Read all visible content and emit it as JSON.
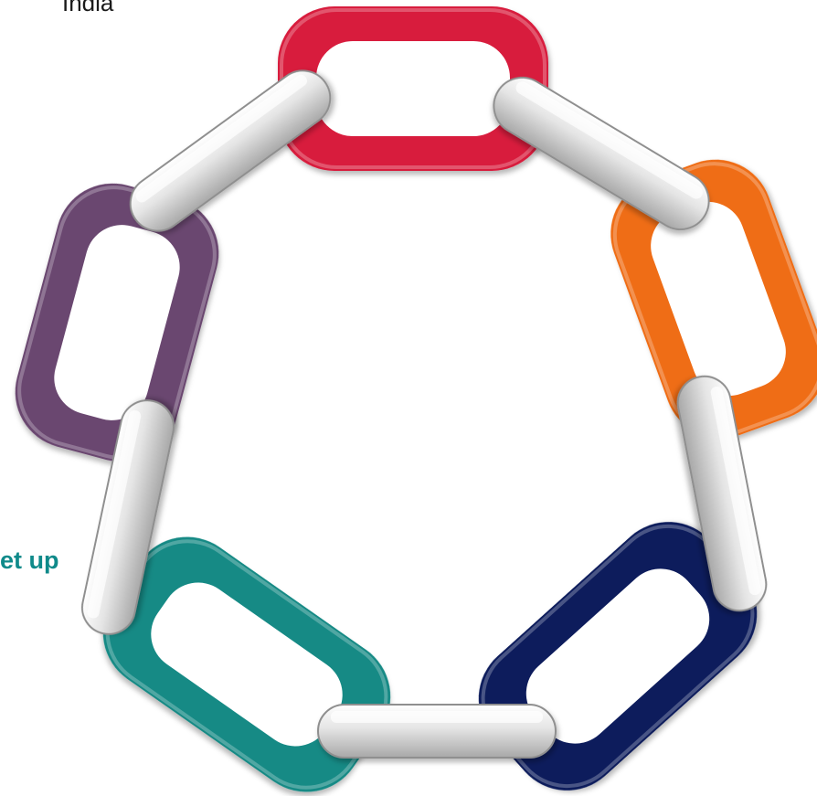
{
  "texts": {
    "top_fragment": "India",
    "left_fragment": "et up"
  },
  "colors": {
    "red_link": "#d81b3c",
    "orange_link": "#ef6d12",
    "navy_link": "#0e1f5c",
    "teal_link": "#178a85",
    "purple_link": "#6b4670",
    "connector_link": "#d9d9d9",
    "left_text": "#0f8a8a"
  },
  "links": [
    {
      "name": "red-chain-link",
      "color_key": "red_link"
    },
    {
      "name": "orange-chain-link",
      "color_key": "orange_link"
    },
    {
      "name": "navy-chain-link",
      "color_key": "navy_link"
    },
    {
      "name": "teal-chain-link",
      "color_key": "teal_link"
    },
    {
      "name": "purple-chain-link",
      "color_key": "purple_link"
    }
  ],
  "connectors": [
    {
      "name": "connector-red-orange"
    },
    {
      "name": "connector-orange-navy"
    },
    {
      "name": "connector-navy-teal"
    },
    {
      "name": "connector-teal-purple"
    },
    {
      "name": "connector-purple-red"
    }
  ]
}
